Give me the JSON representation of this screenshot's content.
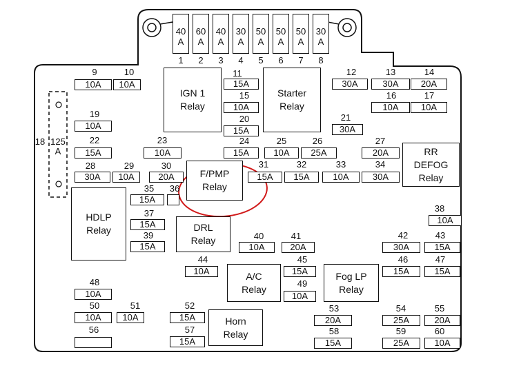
{
  "top_fuses": [
    {
      "num": "1",
      "rating": "40\nA"
    },
    {
      "num": "2",
      "rating": "60\nA"
    },
    {
      "num": "3",
      "rating": "40\nA"
    },
    {
      "num": "4",
      "rating": "30\nA"
    },
    {
      "num": "5",
      "rating": "50\nA"
    },
    {
      "num": "6",
      "rating": "50\nA"
    },
    {
      "num": "7",
      "rating": "50\nA"
    },
    {
      "num": "8",
      "rating": "30\nA"
    }
  ],
  "fuses": [
    {
      "num": "9",
      "rating": "10A"
    },
    {
      "num": "10",
      "rating": "10A"
    },
    {
      "num": "11",
      "rating": "15A"
    },
    {
      "num": "12",
      "rating": "30A"
    },
    {
      "num": "13",
      "rating": "30A"
    },
    {
      "num": "14",
      "rating": "20A"
    },
    {
      "num": "15",
      "rating": "10A"
    },
    {
      "num": "16",
      "rating": "10A"
    },
    {
      "num": "17",
      "rating": "10A"
    },
    {
      "num": "19",
      "rating": "10A"
    },
    {
      "num": "20",
      "rating": "15A"
    },
    {
      "num": "21",
      "rating": "30A"
    },
    {
      "num": "22",
      "rating": "15A"
    },
    {
      "num": "23",
      "rating": "10A"
    },
    {
      "num": "24",
      "rating": "15A"
    },
    {
      "num": "25",
      "rating": "10A"
    },
    {
      "num": "26",
      "rating": "25A"
    },
    {
      "num": "27",
      "rating": "20A"
    },
    {
      "num": "28",
      "rating": "30A"
    },
    {
      "num": "29",
      "rating": "10A"
    },
    {
      "num": "30",
      "rating": "20A"
    },
    {
      "num": "31",
      "rating": "15A"
    },
    {
      "num": "32",
      "rating": "15A"
    },
    {
      "num": "33",
      "rating": "10A"
    },
    {
      "num": "34",
      "rating": "30A"
    },
    {
      "num": "35",
      "rating": "15A"
    },
    {
      "num": "36",
      "rating": ""
    },
    {
      "num": "37",
      "rating": "15A"
    },
    {
      "num": "38",
      "rating": "10A"
    },
    {
      "num": "39",
      "rating": "15A"
    },
    {
      "num": "40",
      "rating": "10A"
    },
    {
      "num": "41",
      "rating": "20A"
    },
    {
      "num": "42",
      "rating": "30A"
    },
    {
      "num": "43",
      "rating": "15A"
    },
    {
      "num": "44",
      "rating": "10A"
    },
    {
      "num": "45",
      "rating": "15A"
    },
    {
      "num": "46",
      "rating": "15A"
    },
    {
      "num": "47",
      "rating": "15A"
    },
    {
      "num": "48",
      "rating": "10A"
    },
    {
      "num": "49",
      "rating": "10A"
    },
    {
      "num": "50",
      "rating": "10A"
    },
    {
      "num": "51",
      "rating": "10A"
    },
    {
      "num": "52",
      "rating": "15A"
    },
    {
      "num": "53",
      "rating": "20A"
    },
    {
      "num": "54",
      "rating": "25A"
    },
    {
      "num": "55",
      "rating": "20A"
    },
    {
      "num": "56",
      "rating": ""
    },
    {
      "num": "57",
      "rating": "15A"
    },
    {
      "num": "58",
      "rating": "15A"
    },
    {
      "num": "59",
      "rating": "25A"
    },
    {
      "num": "60",
      "rating": "10A"
    }
  ],
  "relays": [
    {
      "id": "ign1",
      "label": "IGN 1\nRelay"
    },
    {
      "id": "starter",
      "label": "Starter\nRelay"
    },
    {
      "id": "rr-defog",
      "label": "RR\nDEFOG\nRelay"
    },
    {
      "id": "fpmp",
      "label": "F/PMP\nRelay"
    },
    {
      "id": "hdlp",
      "label": "HDLP\nRelay"
    },
    {
      "id": "drl",
      "label": "DRL\nRelay"
    },
    {
      "id": "ac",
      "label": "A/C\nRelay"
    },
    {
      "id": "foglp",
      "label": "Fog LP\nRelay"
    },
    {
      "id": "horn",
      "label": "Horn\nRelay"
    }
  ],
  "side_fuse": {
    "num18": "18",
    "num125": "125",
    "unit": "A"
  },
  "highlight_color": "#d11a1a"
}
